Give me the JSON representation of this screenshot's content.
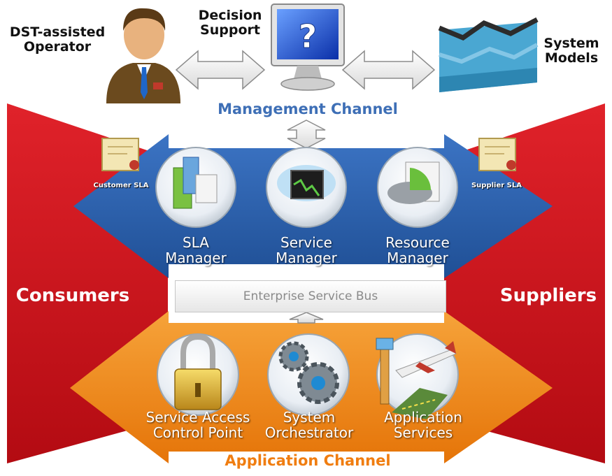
{
  "top": {
    "operator_label_1": "DST-assisted",
    "operator_label_2": "Operator",
    "decision_label_1": "Decision",
    "decision_label_2": "Support",
    "models_label_1": "System",
    "models_label_2": "Models"
  },
  "management_channel": {
    "title": "Management Channel",
    "customer_sla": "Customer SLA",
    "supplier_sla": "Supplier SLA",
    "components": [
      {
        "line1": "SLA",
        "line2": "Manager"
      },
      {
        "line1": "Service",
        "line2": "Manager"
      },
      {
        "line1": "Resource",
        "line2": "Manager"
      }
    ]
  },
  "bus": {
    "label": "Enterprise Service Bus"
  },
  "application_channel": {
    "title": "Application Channel",
    "components": [
      {
        "line1": "Service Access",
        "line2": "Control Point"
      },
      {
        "line1": "System",
        "line2": "Orchestrator"
      },
      {
        "line1": "Application",
        "line2": "Services"
      }
    ]
  },
  "sides": {
    "left": "Consumers",
    "right": "Suppliers"
  },
  "colors": {
    "red": "#d0101a",
    "blue": "#2c5ea8",
    "orange": "#f08a1c",
    "management_title": "#3e6fb6",
    "application_title": "#f07d10"
  }
}
